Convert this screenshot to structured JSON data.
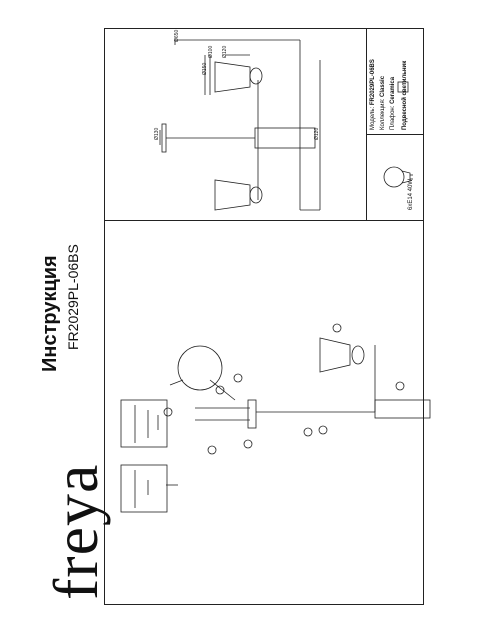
{
  "brand": {
    "logo": "freya"
  },
  "header": {
    "title": "Инструкция",
    "model_code": "FR2029PL-06BS"
  },
  "specs": {
    "model_label": "Модель:",
    "model_value": "FR2029PL-06BS",
    "collection_label": "Коллекция:",
    "collection_value": "Classic",
    "shade_label": "Плафон:",
    "shade_value": "Ceramica",
    "type_value": "Подвесной светильник"
  },
  "lamp": {
    "spec": "6хE14 40W"
  },
  "dimensions": {
    "d1": "Ø650",
    "d2": "Ø100",
    "d3": "Ø150",
    "d4": "Ø120",
    "d5": "Ø120",
    "d6": "Ø130"
  },
  "colors": {
    "line": "#222222",
    "paper": "#ffffff"
  }
}
